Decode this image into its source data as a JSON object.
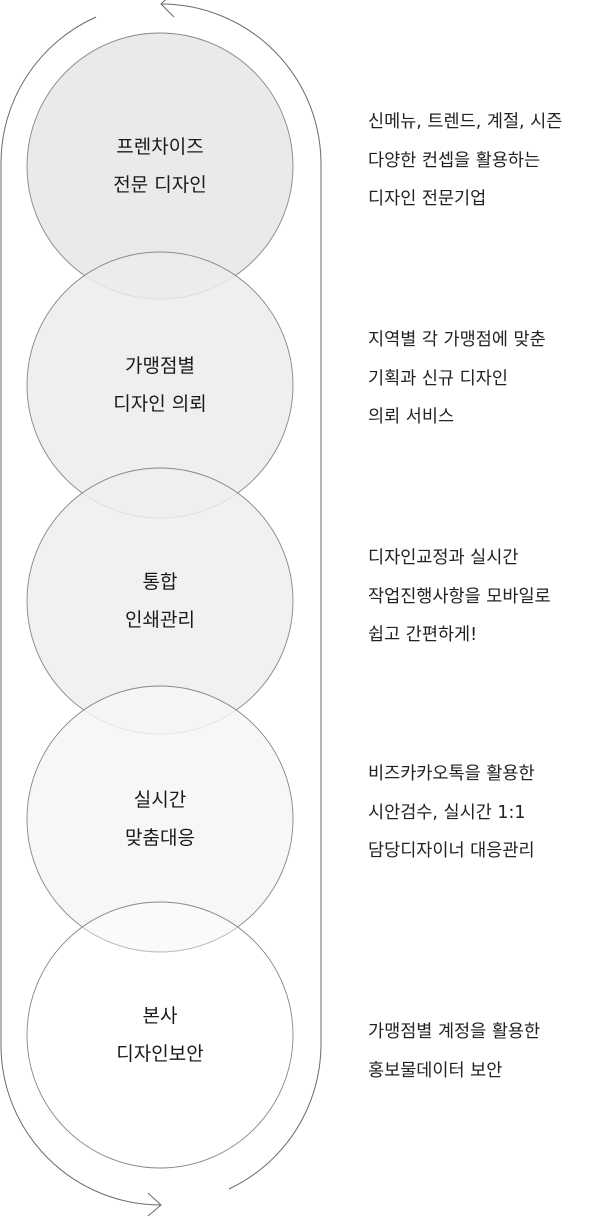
{
  "steps": [
    {
      "title": [
        "프렌차이즈",
        "전문 디자인"
      ],
      "desc": [
        "신메뉴, 트렌드, 계절, 시즌",
        "다양한 컨셉을 활용하는",
        "디자인 전문기업"
      ],
      "fill": "#e6e6e6"
    },
    {
      "title": [
        "가맹점별",
        "디자인 의뢰"
      ],
      "desc": [
        "지역별 각 가맹점에 맞춘",
        "기획과 신규 디자인",
        "의뢰 서비스"
      ],
      "fill": "#ececec"
    },
    {
      "title": [
        "통합",
        "인쇄관리"
      ],
      "desc": [
        "디자인교정과 실시간",
        "작업진행사항을 모바일로",
        "쉽고 간편하게!"
      ],
      "fill": "#efefef"
    },
    {
      "title": [
        "실시간",
        "맞춤대응"
      ],
      "desc": [
        "비즈카카오톡을 활용한",
        "시안검수, 실시간 1:1",
        "담당디자이너 대응관리"
      ],
      "fill": "#f5f6f6"
    },
    {
      "title": [
        "본사",
        "디자인보안"
      ],
      "desc": [
        "가맹점별 계정을 활용한",
        "홍보물데이터 보안"
      ],
      "fill": "#ffffff"
    }
  ],
  "colors": {
    "stroke": "#8a8585",
    "loop": "#6e6a6a"
  }
}
